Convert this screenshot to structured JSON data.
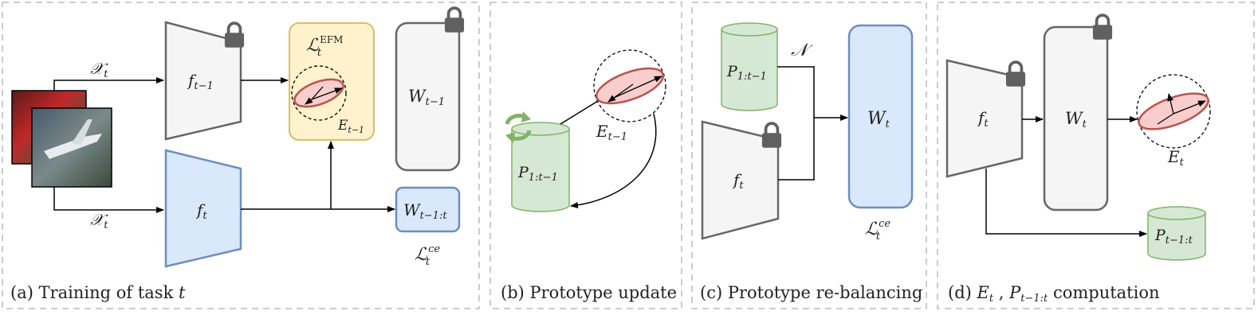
{
  "captions": {
    "a": "(a) Training of task ",
    "a_var": "t",
    "b": "(b) Prototype update",
    "c": "(c) Prototype re-balancing",
    "d_prefix": "(d) ",
    "d_e": "E",
    "d_e_sub": "t",
    "d_sep": " , ",
    "d_p": "P",
    "d_p_sub": "t−1:t",
    "d_suffix": " computation"
  },
  "panel_a": {
    "input_top": {
      "sym": "𝒳",
      "sub": "t"
    },
    "input_bottom": {
      "sym": "𝒳",
      "sub": "t"
    },
    "f_old": {
      "sym": "f",
      "sub": "t−1"
    },
    "f_new": {
      "sym": "f",
      "sub": "t"
    },
    "loss_efm": {
      "sym": "ℒ",
      "sub": "t",
      "sup": "EFM"
    },
    "ellipse_label": {
      "sym": "E",
      "sub": "t−1"
    },
    "w_old": {
      "sym": "W",
      "sub": "t−1"
    },
    "w_new": {
      "sym": "W",
      "sub": "t−1:t"
    },
    "loss_ce": {
      "sym": "ℒ",
      "sub": "t",
      "sup": "ce"
    }
  },
  "panel_b": {
    "prototypes": {
      "sym": "P",
      "sub": "1:t−1"
    },
    "ellipse_label": {
      "sym": "E",
      "sub": "t−1"
    }
  },
  "panel_c": {
    "prototypes": {
      "sym": "P",
      "sub": "1:t−1"
    },
    "noise": "𝒩",
    "f": {
      "sym": "f",
      "sub": "t"
    },
    "w": {
      "sym": "W",
      "sub": "t"
    },
    "loss_ce": {
      "sym": "ℒ",
      "sub": "t",
      "sup": "ce"
    }
  },
  "panel_d": {
    "f": {
      "sym": "f",
      "sub": "t"
    },
    "w": {
      "sym": "W",
      "sub": "t"
    },
    "ellipse_label": {
      "sym": "E",
      "sub": "t"
    },
    "prototypes": {
      "sym": "P",
      "sub": "t−1:t"
    }
  },
  "colors": {
    "frozen_fill": "#f5f5f5",
    "frozen_stroke": "#666666",
    "train_fill": "#dae8fc",
    "train_stroke": "#6c8ebf",
    "loss_fill": "#fff2cc",
    "loss_stroke": "#d6b656",
    "proto_fill": "#d5e8d4",
    "proto_stroke": "#82b366",
    "ellipse_fill": "#f8cecc",
    "ellipse_stroke": "#b85450",
    "border": "#cccccc",
    "lock": "#606060",
    "cycle": "#82b366"
  }
}
